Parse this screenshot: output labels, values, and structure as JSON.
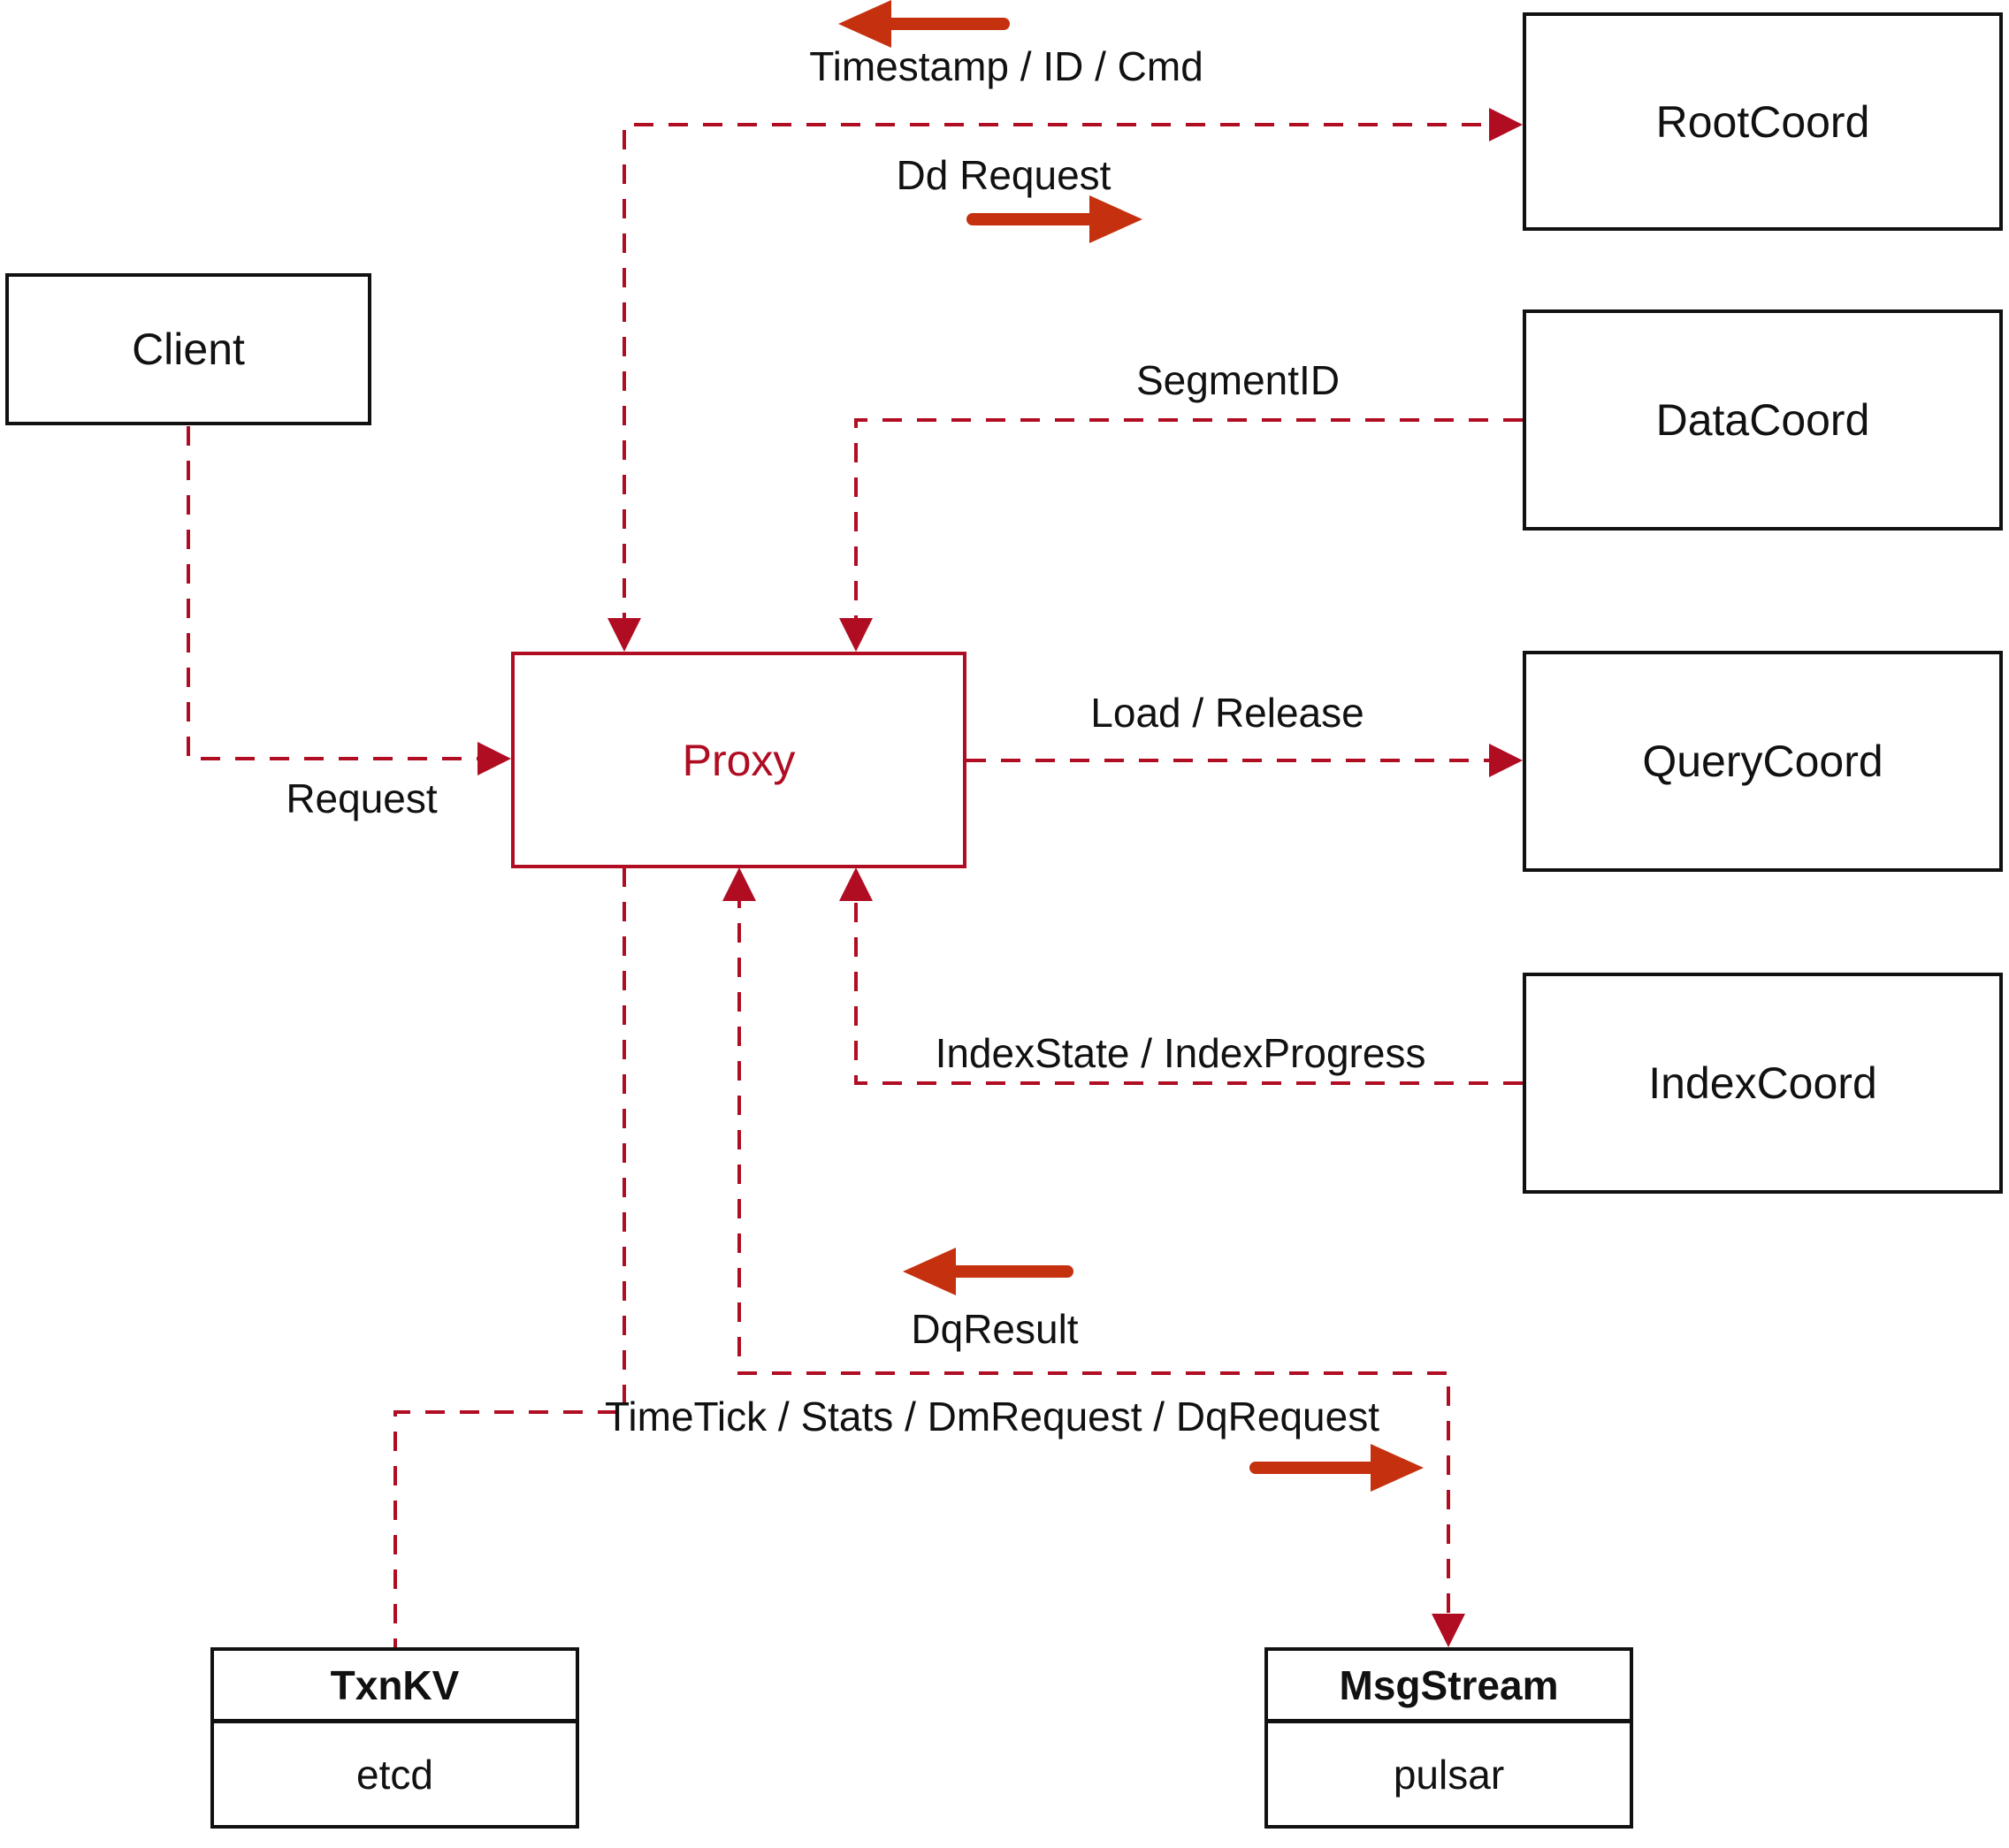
{
  "nodes": {
    "client": {
      "label": "Client"
    },
    "proxy": {
      "label": "Proxy"
    },
    "rootcoord": {
      "label": "RootCoord"
    },
    "datacoord": {
      "label": "DataCoord"
    },
    "querycoord": {
      "label": "QueryCoord"
    },
    "indexcoord": {
      "label": "IndexCoord"
    },
    "txnkv": {
      "title": "TxnKV",
      "value": "etcd"
    },
    "msgstream": {
      "title": "MsgStream",
      "value": "pulsar"
    }
  },
  "edges": {
    "timestamp_id_cmd": "Timestamp / ID / Cmd",
    "dd_request": "Dd Request",
    "segment_id": "SegmentID",
    "request": "Request",
    "load_release": "Load / Release",
    "index_state_progress": "IndexState / IndexProgress",
    "dq_result": "DqResult",
    "timetick_stats": "TimeTick / Stats / DmRequest / DqRequest"
  },
  "colors": {
    "line-red": "#B00D23",
    "arrow-red": "#C5310F",
    "box-border": "#111111",
    "text-black": "#111111"
  }
}
